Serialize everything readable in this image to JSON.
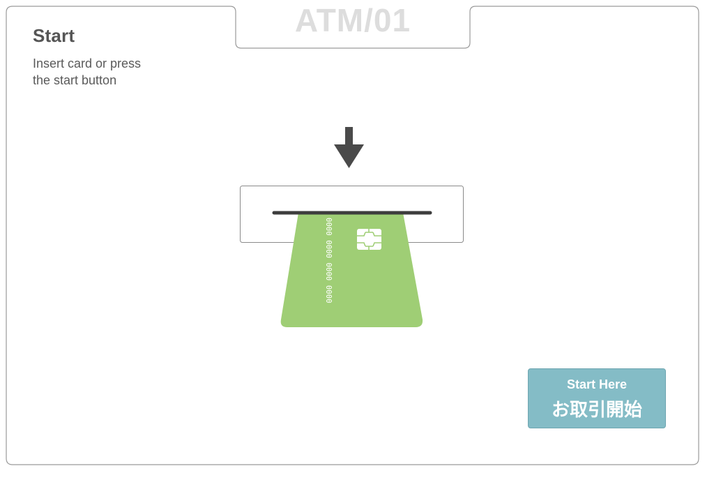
{
  "terminal": {
    "id": "ATM/01"
  },
  "screen": {
    "title": "Start",
    "instructions": [
      "Insert card or press",
      "the start button"
    ]
  },
  "illustration": {
    "arrow_icon": "down-arrow-icon",
    "slot_icon": "card-slot-icon",
    "card_icon": "credit-card-icon",
    "chip_icon": "card-chip-icon",
    "card_color": "#9fce75",
    "card_number": "0000 0000 0000 0000"
  },
  "start_button": {
    "label_en": "Start Here",
    "label_ja": "お取引開始",
    "color": "#84bcc6"
  }
}
